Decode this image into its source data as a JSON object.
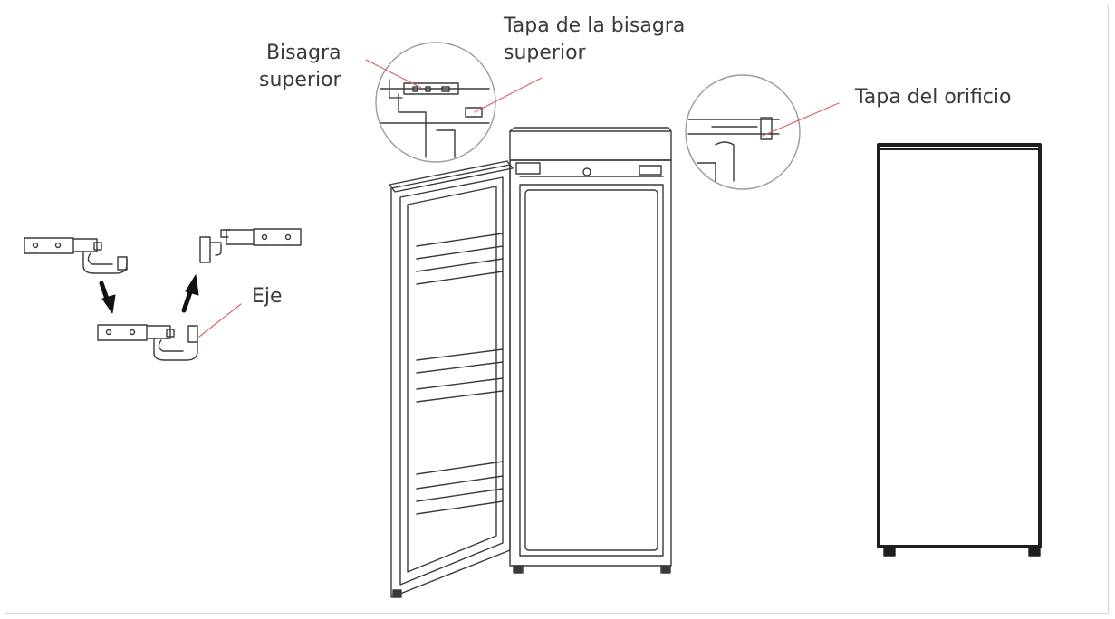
{
  "labels": {
    "upper_hinge": [
      "Bisagra",
      "superior"
    ],
    "upper_hinge_cover": [
      "Tapa de la bisagra",
      "superior"
    ],
    "hole_cover": "Tapa del orificio",
    "axle": "Eje"
  },
  "colors": {
    "stroke": "#3a3a3a",
    "leader": "#d9636c",
    "frame": "#d6d6d6",
    "door_edge": "#1e1e1e"
  }
}
